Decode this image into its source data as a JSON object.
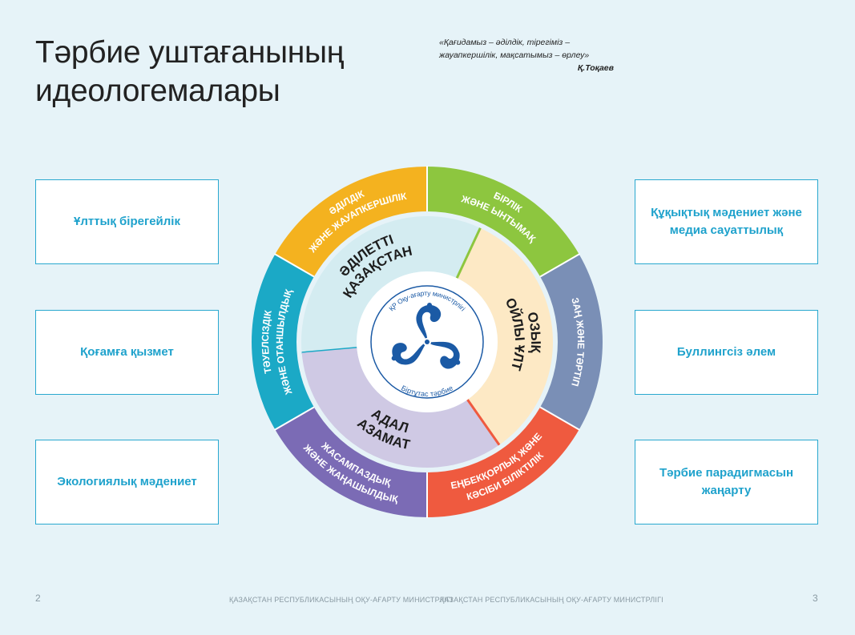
{
  "title": {
    "line1": "Тәрбие уштағанының",
    "line2": "идеологемалары"
  },
  "quote": {
    "line1": "«Қағидамыз – әділдік, тірегіміз –",
    "line2": "жауапкершілік, мақсатымыз – өрлеу»",
    "author": "Қ.Тоқаев"
  },
  "left_boxes": [
    {
      "label": "Ұлттық бірегейлік"
    },
    {
      "label": "Қоғамға қызмет"
    },
    {
      "label": "Экологиялық мәдениет"
    }
  ],
  "right_boxes": [
    {
      "label": "Құқықтық мәдениет және медиа сауаттылық"
    },
    {
      "label": "Буллингсіз әлем"
    },
    {
      "label": "Тәрбие парадигмасын жаңарту"
    }
  ],
  "wheel": {
    "colors": {
      "orange": "#f4b21f",
      "green": "#8dc63f",
      "slate": "#7a8fb6",
      "red": "#ef5a3f",
      "purple": "#7b6bb5",
      "teal": "#1ba9c6",
      "inner_lightblue": "#d4ecf1",
      "inner_cream": "#fde9c5",
      "inner_lavender": "#cfc9e4",
      "logo_blue": "#1b5aa5"
    },
    "outer_segments": [
      {
        "line1": "ӘДІЛДІК",
        "line2": "ЖӘНЕ ЖАУАПКЕРШІЛІК"
      },
      {
        "line1": "БІРЛІК",
        "line2": "ЖӘНЕ ЫНТЫМАҚ"
      },
      {
        "line1": "ЗАҢ ЖӘНЕ ТӘРТІП",
        "line2": ""
      },
      {
        "line1": "ЕҢБЕКҚОРЛЫҚ ЖӘНЕ",
        "line2": "КӘСІБИ БІЛІКТІЛІК"
      },
      {
        "line1": "ЖАСАМПАЗДЫҚ",
        "line2": "ЖӘНЕ ЖАҢАШЫЛДЫҚ"
      },
      {
        "line1": "ТӘУЕЛСІЗДІК",
        "line2": "ЖӘНЕ ОТАНШЫЛДЫҚ"
      }
    ],
    "inner_sectors": [
      {
        "line1": "ӘДІЛЕТТІ",
        "line2": "ҚАЗАҚСТАН"
      },
      {
        "line1": "ОЗЫҚ",
        "line2": "ОЙЛЫ ҰЛТ"
      },
      {
        "line1": "АДАЛ",
        "line2": "АЗАМАТ"
      }
    ],
    "logo": {
      "top_text": "ҚР Оқу-ағарту министрлігі",
      "bottom_text": "Біртұтас тәрбие"
    }
  },
  "footer": {
    "left_page": "2",
    "left_text": "ҚАЗАҚСТАН РЕСПУБЛИКАСЫНЫҢ ОҚУ-АҒАРТУ МИНИСТРЛІГІ",
    "right_text": "ҚАЗАҚСТАН РЕСПУБЛИКАСЫНЫҢ ОҚУ-АҒАРТУ МИНИСТРЛІГІ",
    "right_page": "3"
  }
}
